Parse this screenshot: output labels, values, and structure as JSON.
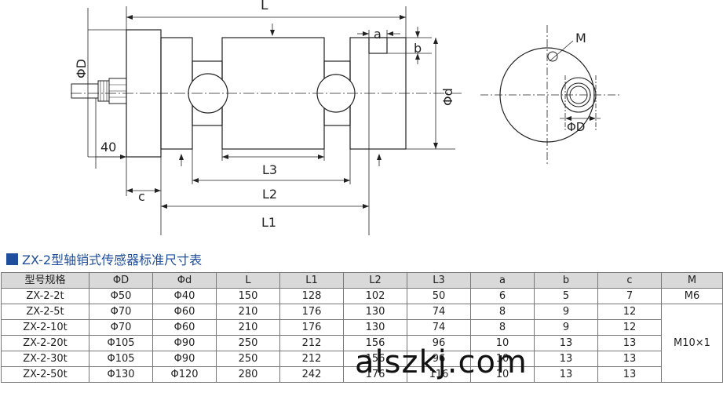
{
  "drawing": {
    "labels": {
      "L": "L",
      "a": "a",
      "b": "b",
      "phiD": "ΦD",
      "phid": "Φd",
      "forty": "40",
      "c": "c",
      "L1": "L1",
      "L2": "L2",
      "L3": "L3",
      "M": "M",
      "phiD_side": "ΦD"
    }
  },
  "section_title": "ZX-2型轴销式传感器标准尺寸表",
  "table": {
    "headers": [
      "型号规格",
      "ΦD",
      "Φd",
      "L",
      "L1",
      "L2",
      "L3",
      "a",
      "b",
      "c",
      "M"
    ],
    "rows": [
      [
        "ZX-2-2t",
        "Φ50",
        "Φ40",
        "150",
        "128",
        "102",
        "50",
        "6",
        "5",
        "7"
      ],
      [
        "ZX-2-5t",
        "Φ70",
        "Φ60",
        "210",
        "176",
        "130",
        "74",
        "8",
        "9",
        "12"
      ],
      [
        "ZX-2-10t",
        "Φ70",
        "Φ60",
        "210",
        "176",
        "130",
        "74",
        "8",
        "9",
        "12"
      ],
      [
        "ZX-2-20t",
        "Φ105",
        "Φ90",
        "250",
        "212",
        "156",
        "96",
        "10",
        "13",
        "13"
      ],
      [
        "ZX-2-30t",
        "Φ105",
        "Φ90",
        "250",
        "212",
        "156",
        "96",
        "10",
        "13",
        "13"
      ],
      [
        "ZX-2-50t",
        "Φ130",
        "Φ120",
        "280",
        "242",
        "176",
        "116",
        "10",
        "13",
        "13"
      ]
    ],
    "m_values": [
      "M6",
      "M10×1"
    ]
  },
  "watermark": "alszkj.com"
}
